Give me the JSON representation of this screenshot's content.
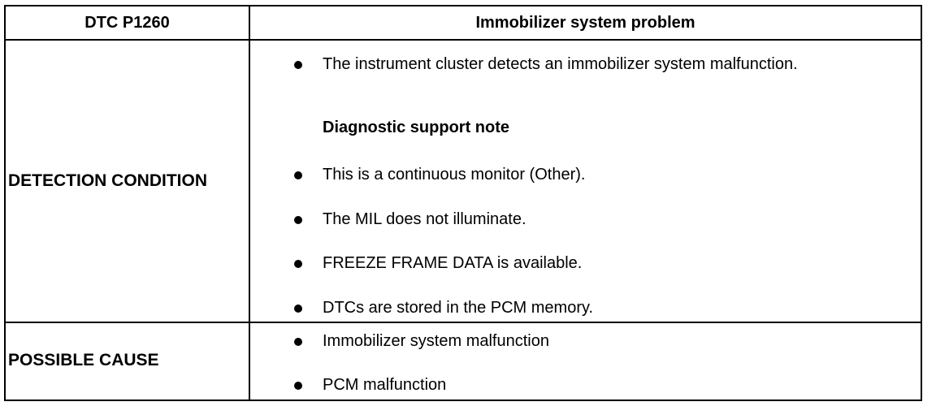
{
  "table": {
    "header": {
      "left": "DTC P1260",
      "right": "Immobilizer system problem"
    },
    "detection": {
      "label": "DETECTION CONDITION",
      "first_bullet": "The instrument cluster detects an immobilizer system malfunction.",
      "subheading": "Diagnostic support note",
      "bullets": [
        "This is a continuous monitor (Other).",
        "The MIL does not illuminate.",
        "FREEZE FRAME DATA is available.",
        "DTCs are stored in the PCM memory."
      ]
    },
    "cause": {
      "label": "POSSIBLE CAUSE",
      "bullets": [
        "Immobilizer system malfunction",
        "PCM malfunction"
      ]
    }
  }
}
